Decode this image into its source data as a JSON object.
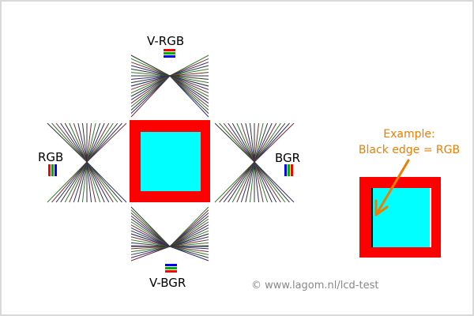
{
  "labels": {
    "v_rgb": "V-RGB",
    "rgb": "RGB",
    "bgr": "BGR",
    "v_bgr": "V-BGR"
  },
  "example": {
    "line1": "Example:",
    "line2": "Black edge = RGB"
  },
  "credit": "© www.lagom.nl/lcd-test",
  "colors": {
    "border_red": "#ff0000",
    "fill_cyan": "#00ffff",
    "accent_orange": "#ef7d00",
    "frame_gray": "#d9d9d9"
  },
  "icons": {
    "v_rgb_swatch": "horizontal-red-green-blue-stripes-icon",
    "rgb_swatch": "vertical-red-green-blue-stripes-icon",
    "bgr_swatch": "vertical-blue-green-red-stripes-icon",
    "v_bgr_swatch": "horizontal-blue-green-red-stripes-icon"
  }
}
